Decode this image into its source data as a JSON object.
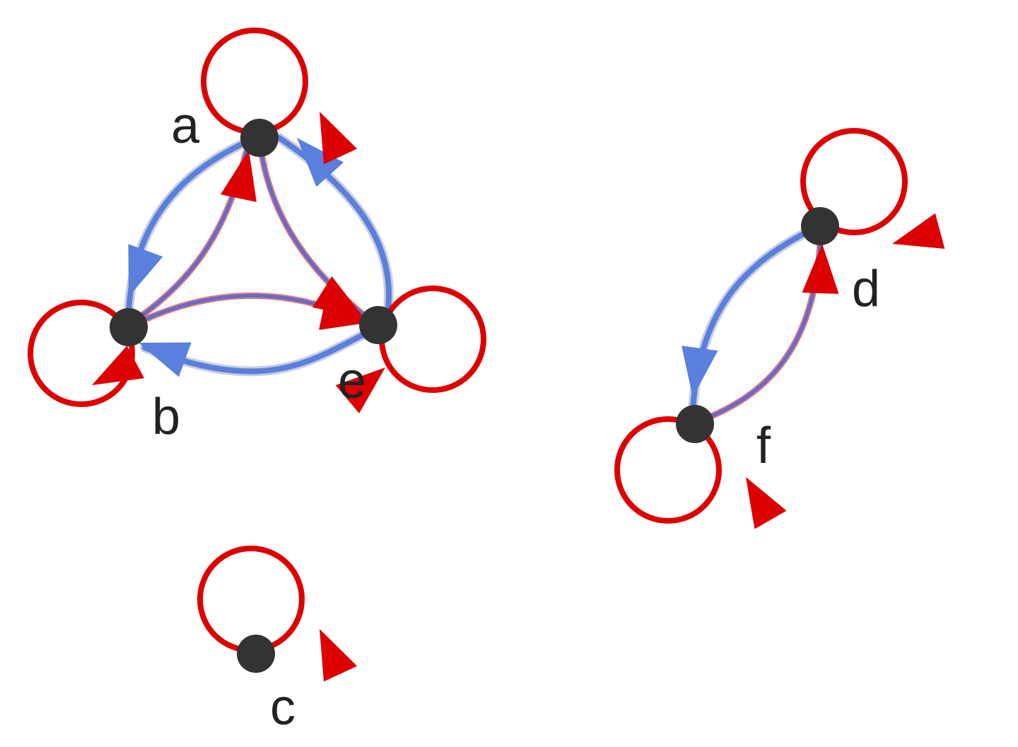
{
  "colors": {
    "node": "#333333",
    "label": "#222222",
    "self_loop": "#dd0000",
    "blue_edge": "#5b7fdc",
    "blue_edge_halo": "#c9cfe0",
    "red_edge": "#dd0000",
    "red_edge_core": "#5b6fd0"
  },
  "nodes": [
    {
      "id": "a",
      "label": "a"
    },
    {
      "id": "b",
      "label": "b"
    },
    {
      "id": "c",
      "label": "c"
    },
    {
      "id": "d",
      "label": "d"
    },
    {
      "id": "e",
      "label": "e"
    },
    {
      "id": "f",
      "label": "f"
    }
  ],
  "self_loops": [
    "a",
    "b",
    "c",
    "d",
    "e",
    "f"
  ],
  "edges": [
    {
      "id": "a-b",
      "from": "a",
      "to": "b",
      "style": "blue"
    },
    {
      "id": "b-a",
      "from": "b",
      "to": "a",
      "style": "red"
    },
    {
      "id": "e-a",
      "from": "e",
      "to": "a",
      "style": "blue"
    },
    {
      "id": "a-e",
      "from": "a",
      "to": "e",
      "style": "red"
    },
    {
      "id": "b-e",
      "from": "b",
      "to": "e",
      "style": "red"
    },
    {
      "id": "e-b",
      "from": "e",
      "to": "b",
      "style": "blue"
    },
    {
      "id": "d-f",
      "from": "d",
      "to": "f",
      "style": "blue"
    },
    {
      "id": "f-d",
      "from": "f",
      "to": "d",
      "style": "red"
    }
  ]
}
